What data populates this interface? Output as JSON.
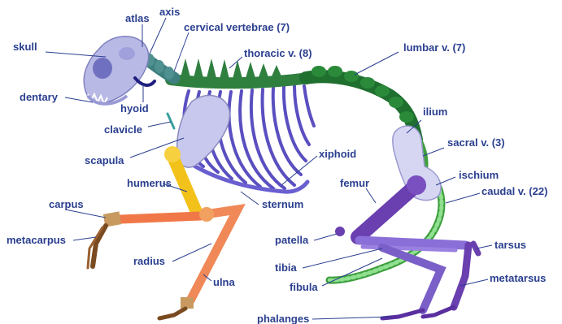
{
  "labels": {
    "skull": "skull",
    "atlas": "atlas",
    "axis": "axis",
    "cervical": "cervical vertebrae (7)",
    "thoracic": "thoracic v. (8)",
    "lumbar": "lumbar v. (7)",
    "dentary": "dentary",
    "hyoid": "hyoid",
    "clavicle": "clavicle",
    "scapula": "scapula",
    "ilium": "ilium",
    "sacral": "sacral v. (3)",
    "xiphoid": "xiphoid",
    "humerus": "humerus",
    "ischium": "ischium",
    "femur": "femur",
    "caudal": "caudal v. (22)",
    "sternum": "sternum",
    "carpus": "carpus",
    "metacarpus": "metacarpus",
    "patella": "patella",
    "tarsus": "tarsus",
    "radius": "radius",
    "tibia": "tibia",
    "metatarsus": "metatarsus",
    "ulna": "ulna",
    "fibula": "fibula",
    "phalanges": "phalanges"
  },
  "colors": {
    "label_text": "#2a3f8f",
    "leader_line": "#2a3f8f",
    "skull_fill": "#b9b9e6",
    "cervical": "#3f7f7f",
    "thoracic_vertebrae": "#2f7f3f",
    "lumbar": "#1f6f2f",
    "caudal": "#5fbf5f",
    "ribs": "#5a4fc0",
    "scapula_fill": "#c8c8ee",
    "humerus": "#f2c21a",
    "radius_ulna": "#f07848",
    "carpus": "#c89a60",
    "metacarpus_phalanges": "#7a4a20",
    "hind_leg": "#6a3fb0",
    "hind_lower": "#8a6fd8",
    "pelvis": "#d6d6f2"
  }
}
